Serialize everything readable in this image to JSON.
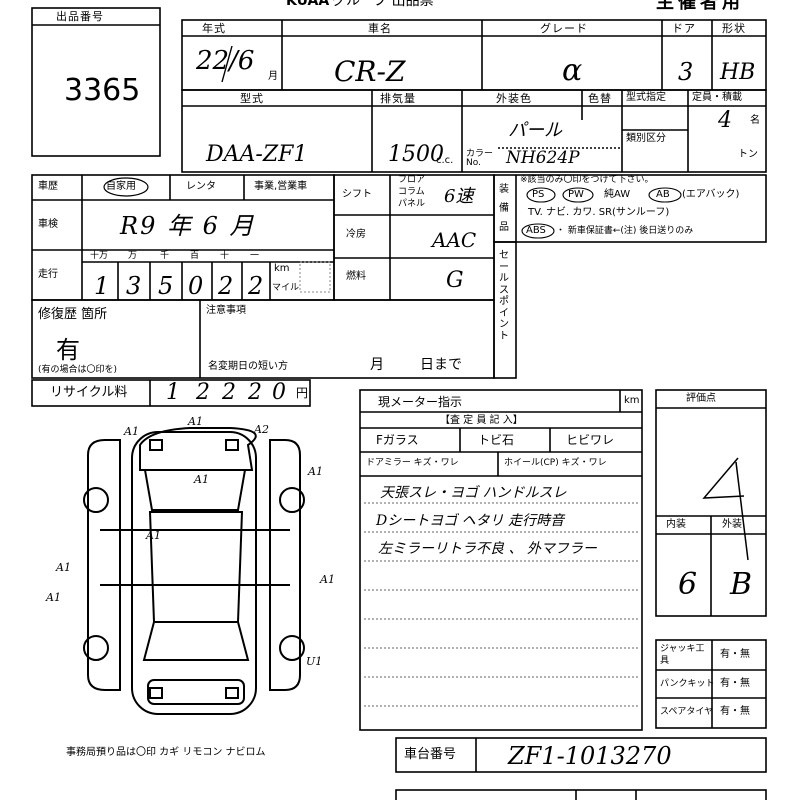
{
  "header": {
    "brand": "KUAA",
    "brand_rest": "グループ 出品票",
    "top_right": "主催者用"
  },
  "lot": {
    "label": "出品番号",
    "number": "3365"
  },
  "row1": {
    "year_label": "年式",
    "year_value": "22/6",
    "month_suffix": "月",
    "name_label": "車名",
    "name_value": "CR-Z",
    "grade_label": "グレード",
    "grade_value": "α",
    "doors_label": "ドア",
    "doors_value": "3",
    "shape_label": "形状",
    "shape_value": "HB"
  },
  "row2": {
    "model_label": "型式",
    "model_value": "DAA-ZF1",
    "disp_label": "排気量",
    "disp_value": "1500",
    "disp_unit": "c.c.",
    "color_label": "外装色",
    "color_value": "パール",
    "color_code_label": "カラーNo.",
    "color_code": "NH624P",
    "paint_label": "色替",
    "class_label": "型式指定",
    "class_label2": "類別区分",
    "cap_label": "定員・積載",
    "cap_value": "4",
    "cap_unit": "名",
    "ton_unit": "トン"
  },
  "history": {
    "label": "車歴",
    "options": [
      "自家用",
      "レンタ",
      "事業,営業車"
    ],
    "selected": "自家用"
  },
  "inspection": {
    "label": "車検",
    "value": "R9 年 6 月"
  },
  "mileage": {
    "label": "走行",
    "digits_header": [
      "十万",
      "万",
      "千",
      "百",
      "十",
      "一"
    ],
    "digits": [
      "1",
      "3",
      "5",
      "0",
      "2",
      "2"
    ],
    "unit_km": "km",
    "unit_mile": "マイル"
  },
  "repair": {
    "label": "修復歴 箇所",
    "value": "有",
    "note": "(有の場合は〇印を)"
  },
  "notes": {
    "label": "注意事項",
    "reg_label": "名変期日の短い方",
    "month_label": "月",
    "day_label": "日まで"
  },
  "recycle": {
    "label": "リサイクル料",
    "digits": [
      "1",
      "2",
      "2",
      "2",
      "0"
    ],
    "unit": "円"
  },
  "shift": {
    "label": "シフト",
    "options": [
      "フロア",
      "コラム",
      "パネル"
    ],
    "value": "6速"
  },
  "aircon": {
    "label": "冷房",
    "value": "AAC"
  },
  "fuel": {
    "label": "燃料",
    "value": "G"
  },
  "equipment": {
    "label": "装備品",
    "note": "※該当のみ〇印をつけて下さい。",
    "line1": [
      "PS",
      "PW",
      "純AW",
      "AB",
      "(エアバック)"
    ],
    "line2": "TV. ナビ. カワ. SR(サンルーフ)",
    "line3_abs": "ABS",
    "line3_rest": "・ 新車保証書←(注) 後日送りのみ"
  },
  "sales_points": {
    "label": "セールスポイント"
  },
  "inspector": {
    "meter_label": "現メーター指示",
    "meter_unit": "km",
    "section_label": "【査 定 員 記 入】",
    "glass": [
      "Fガラス",
      "トビ石",
      "ヒビワレ"
    ],
    "mirror": "ドアミラー キズ・ワレ",
    "wheel": "ホイール(CP) キズ・ワレ",
    "comments": [
      "天張スレ・ヨゴ  ハンドルスレ",
      "Dシートヨゴ ヘタリ   走行時音",
      "左ミラーリトラ不良  、 外マフラー"
    ]
  },
  "grade": {
    "label": "評価点",
    "value": "4",
    "interior_label": "内装",
    "interior_value": "6",
    "exterior_label": "外装",
    "exterior_value": "B"
  },
  "extras": {
    "jack_label": "ジャッキ工具",
    "jack_opts": "有・無",
    "puncture_label": "パンクキット",
    "puncture_opts": "有・無",
    "spare_label": "スペアタイヤ",
    "spare_opts": "有・無"
  },
  "chassis": {
    "label": "車台番号",
    "value": "ZF1-1013270"
  },
  "diagram": {
    "marks": [
      "A1",
      "A1",
      "A2",
      "A1",
      "A1",
      "A1",
      "A1",
      "A1",
      "A1",
      "U1"
    ],
    "caption": "事務局預り品は〇印  カギ リモコン ナビロム"
  }
}
